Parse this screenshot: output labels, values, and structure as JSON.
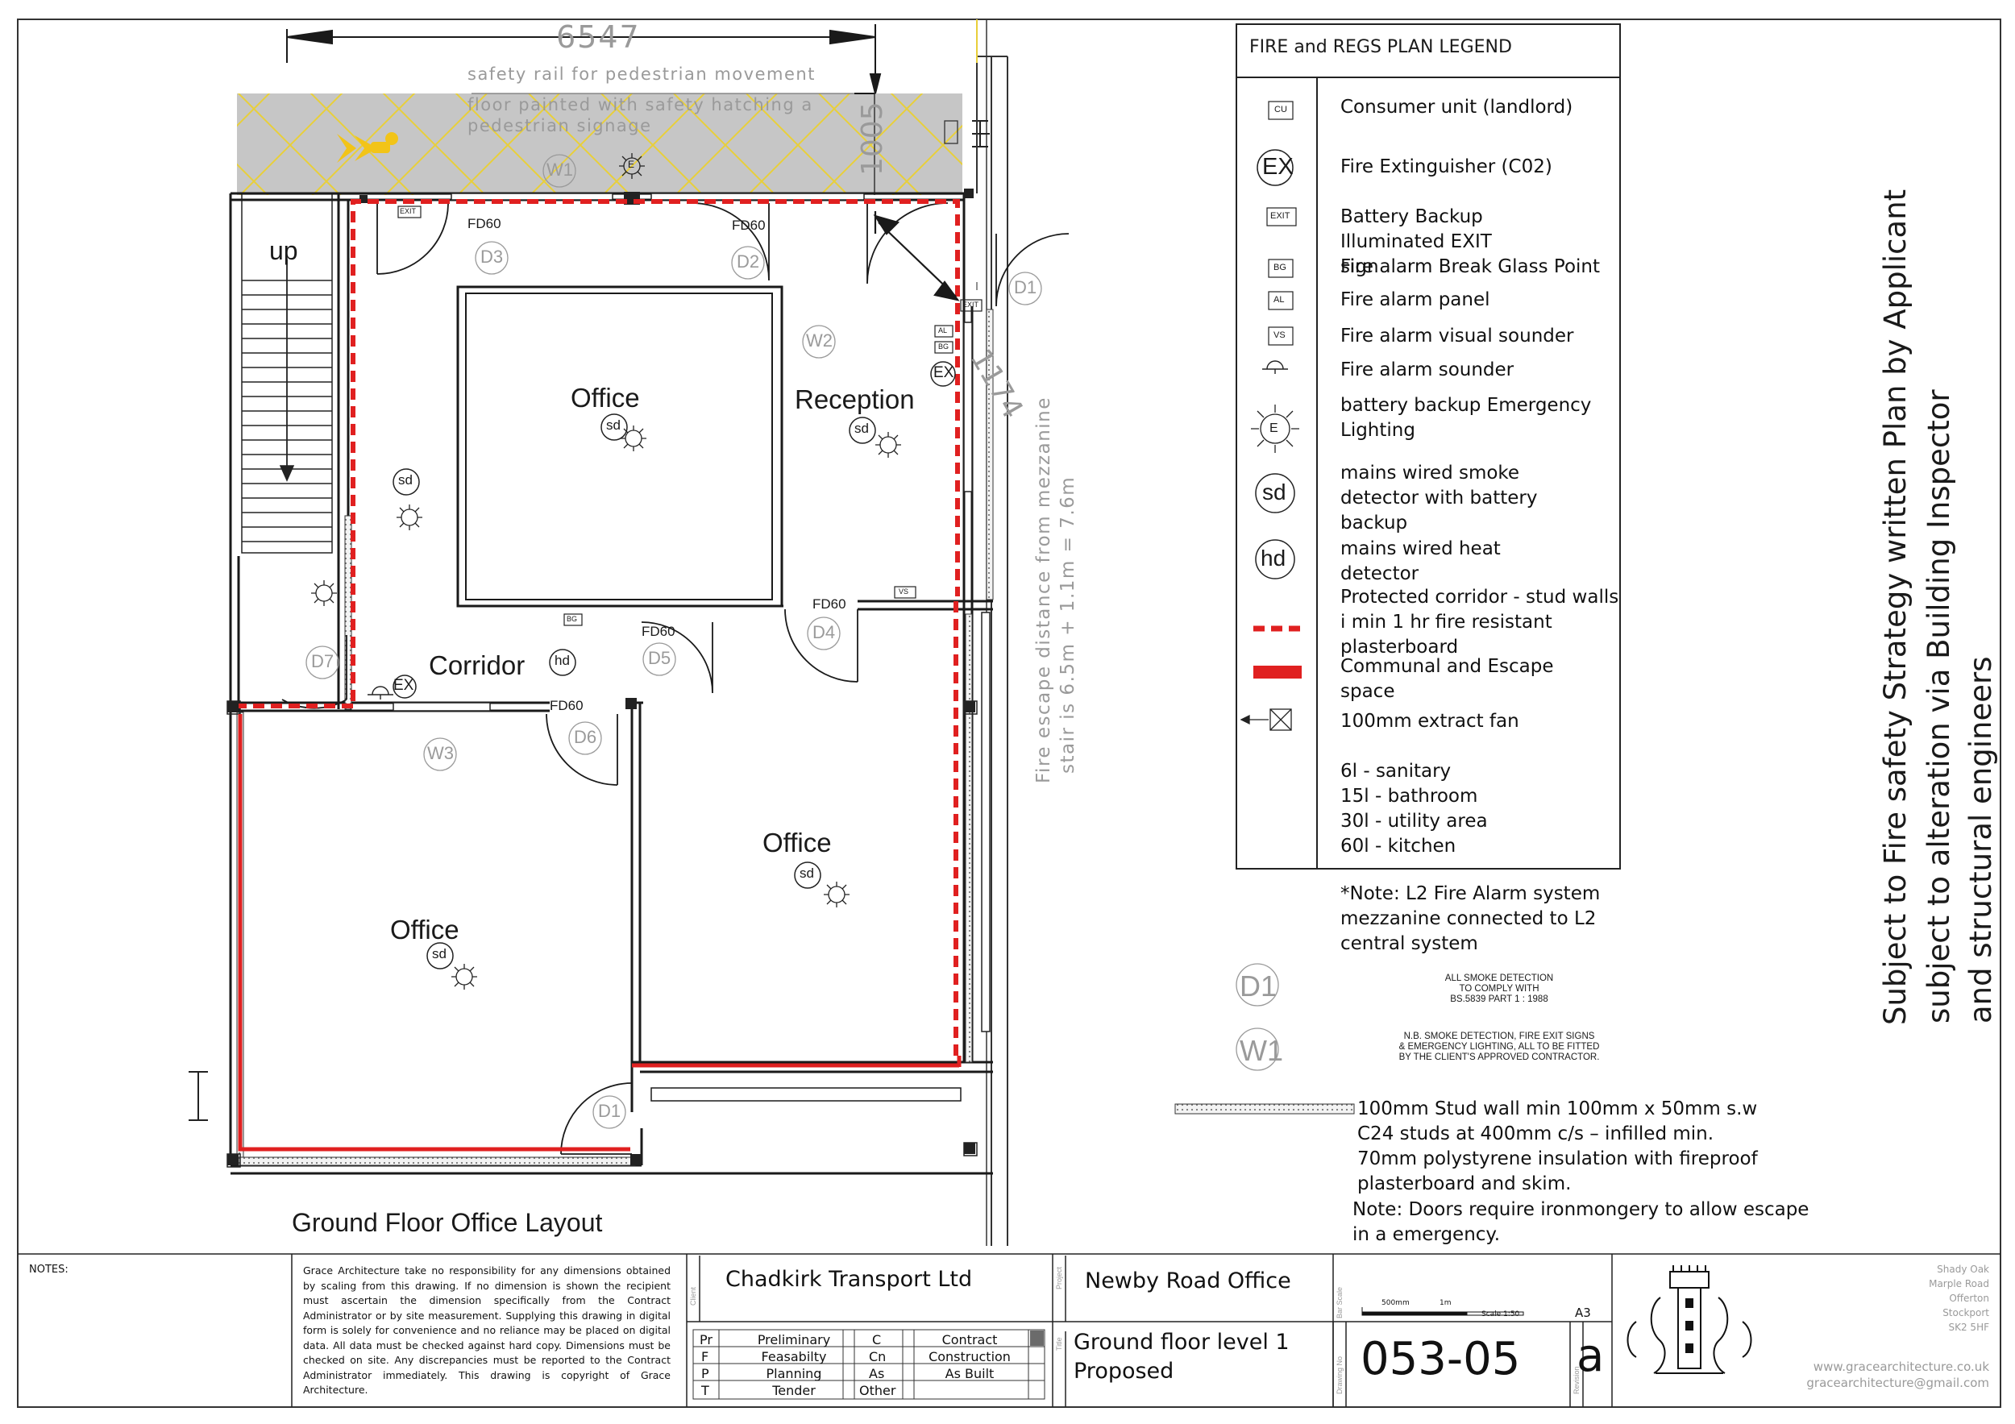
{
  "drawing": {
    "overall_dimension": "6547",
    "side_dimension": "1005",
    "diag_dimension": "1174",
    "safety_rail_note": "safety rail for pedestrian movement",
    "floor_note_line1": "floor painted with safety hatching a",
    "floor_note_line2": "pedestrian signage",
    "stair_label": "up",
    "fire_escape_line1": "Fire escape distance from mezzanine",
    "fire_escape_line2": "stair is 6.5m + 1.1m = 7.6m",
    "title": "Ground Floor Office Layout",
    "rooms": {
      "office_top": "Office",
      "reception": "Reception",
      "corridor": "Corridor",
      "office_right": "Office",
      "office_left": "Office"
    },
    "doors": {
      "fd60_d3": "FD60",
      "fd60_d2": "FD60",
      "fd60_d4": "FD60",
      "fd60_d5": "FD60",
      "fd60_d6": "FD60",
      "d1_top": "D1",
      "d1_bottom": "D1",
      "d2": "D2",
      "d3": "D3",
      "d4": "D4",
      "d5": "D5",
      "d6": "D6",
      "d7": "D7"
    },
    "windows": {
      "w1": "W1",
      "w2": "W2",
      "w3": "W3"
    },
    "symbols": {
      "exit": "EXIT",
      "al": "AL",
      "bg": "BG",
      "vs": "VS",
      "ex": "EX",
      "sd": "sd",
      "hd": "hd",
      "e": "E"
    }
  },
  "legend": {
    "title": "FIRE and REGS PLAN LEGEND",
    "items": [
      {
        "symbol": "CU",
        "text": "Consumer unit (landlord)"
      },
      {
        "symbol": "EX",
        "text": "Fire Extinguisher (C02)"
      },
      {
        "symbol": "EXIT",
        "text": "Battery Backup Illuminated EXIT sign"
      },
      {
        "symbol": "BG",
        "text": "Fire alarm Break Glass Point"
      },
      {
        "symbol": "AL",
        "text": "Fire alarm panel"
      },
      {
        "symbol": "VS",
        "text": "Fire alarm visual sounder"
      },
      {
        "symbol": "sounder-icon",
        "text": "Fire alarm sounder"
      },
      {
        "symbol": "E",
        "text": "battery backup Emergency Lighting"
      },
      {
        "symbol": "sd",
        "text": "mains wired smoke detector with battery backup"
      },
      {
        "symbol": "hd",
        "text": "mains wired heat detector"
      },
      {
        "symbol": "red-dashed-line",
        "text": "Protected corridor - stud walls i min 1 hr fire resistant plasterboard"
      },
      {
        "symbol": "red-solid-line",
        "text": "Communal and Escape space"
      },
      {
        "symbol": "extract-fan-icon",
        "text": "100mm extract fan"
      }
    ],
    "extract_rates": [
      "6l - sanitary",
      "15l - bathroom",
      "30l - utility area",
      "60l - kitchen"
    ]
  },
  "notes": {
    "l2_note": "*Note: L2 Fire Alarm system mezzanine connected to L2 central system",
    "smoke_note": [
      "ALL SMOKE DETECTION",
      "TO COMPLY WITH",
      "BS.5839 PART 1 : 1988"
    ],
    "nb_note": [
      "N.B. SMOKE DETECTION, FIRE EXIT SIGNS",
      "& EMERGENCY LIGHTING, ALL TO BE FITTED",
      "BY THE CLIENT'S APPROVED CONTRACTOR."
    ],
    "ghost_d1": "D1",
    "ghost_w1": "W1",
    "stud_wall": [
      "100mm Stud wall min 100mm x 50mm s.w",
      "C24 studs at 400mm c/s – infilled min.",
      "70mm polystyrene insulation with fireproof",
      "plasterboard and skim."
    ],
    "doors_note": [
      "Note: Doors require ironmongery to allow escape",
      "in a emergency."
    ],
    "side_note": [
      "Subject to Fire safety Strategy written Plan by Applicant",
      "subject to alteration via Building Inspector",
      "and structural engineers"
    ]
  },
  "title_block": {
    "notes_label": "NOTES:",
    "disclaimer": "Grace Architecture take no responsibility for any dimensions obtained by scaling from this drawing. If no dimension is shown the recipient must ascertain the dimension specifically from the Contract Administrator or by site measurement. Supplying this drawing in digital form is solely for convenience and no reliance may be placed on digital data. All data must be checked against hard copy. Dimensions must be checked on site. Any discrepancies must be reported to the Contract Administrator immediately. This drawing is copyright of Grace Architecture.",
    "client_label": "Client",
    "client": "Chadkirk Transport Ltd",
    "project_label": "Project",
    "project": "Newby Road Office",
    "title_label": "Title",
    "title_line1": "Ground floor level 1",
    "title_line2": "Proposed",
    "status_rows": [
      [
        "Pr",
        "Preliminary",
        "C",
        "Contract"
      ],
      [
        "F",
        "Feasabilty",
        "Cn",
        "Construction"
      ],
      [
        "P",
        "Planning",
        "As",
        "As Built"
      ],
      [
        "T",
        "Tender",
        "Other",
        ""
      ]
    ],
    "scale_bar_label_500": "500mm",
    "scale_bar_label_1m": "1m",
    "scale": "Scale 1:50",
    "paper_size": "A3",
    "drawing_no_label": "Drawing No",
    "drawing_no": "053-05",
    "revision_label": "Revision",
    "revision": "a",
    "bar_scale_label": "Bar Scale",
    "address": [
      "Shady Oak",
      "Marple Road",
      "Offerton",
      "Stockport",
      "SK2 5HF"
    ],
    "website": "www.gracearchitecture.co.uk",
    "email": "gracearchitecture@gmail.com"
  },
  "colors": {
    "line": "#1a1a1a",
    "fire_red": "#e02020",
    "hatch_yellow": "#e8cf3a",
    "floor_grey": "#c6c6c6",
    "faint": "#9a9a9a",
    "dim_grey": "#8a8a8a"
  }
}
